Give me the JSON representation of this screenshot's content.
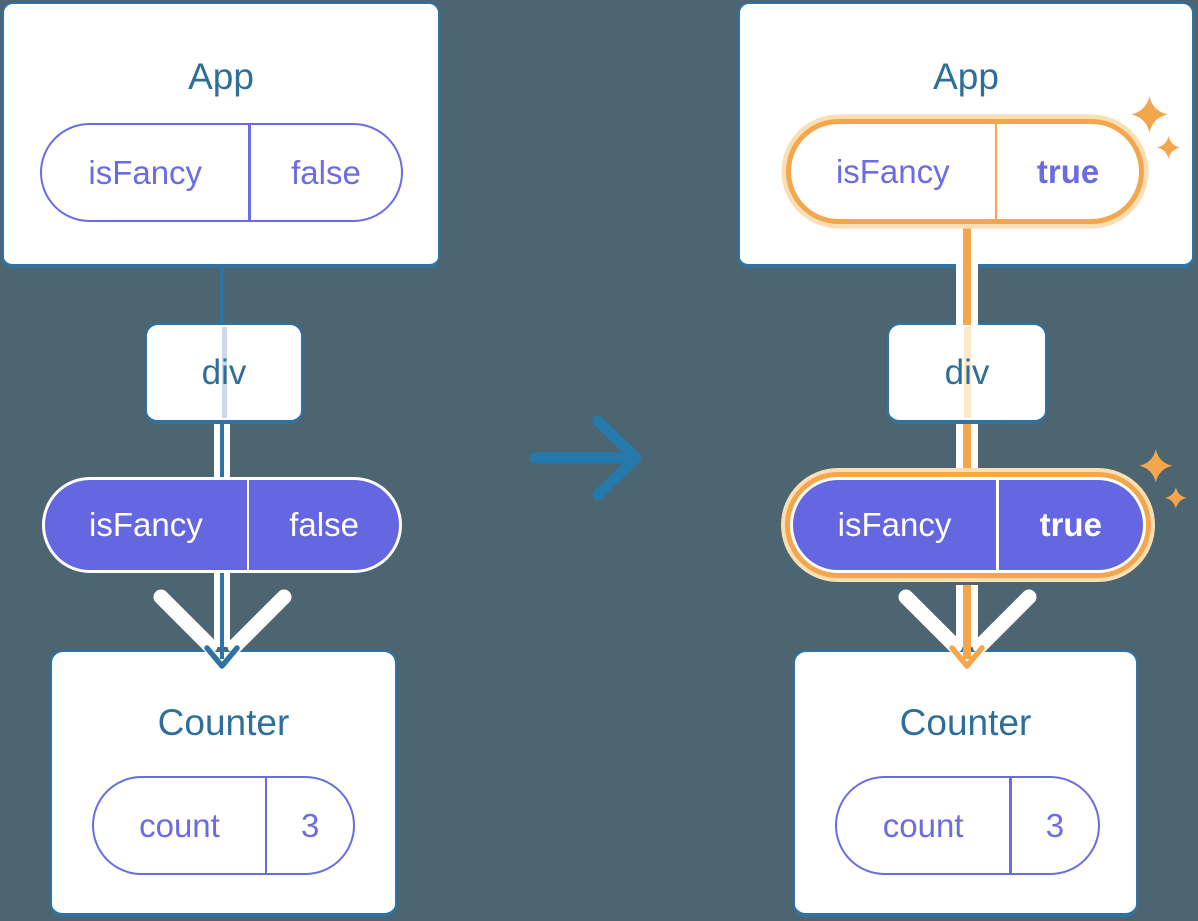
{
  "colors": {
    "background": "#4c6571",
    "border": "#2e73a3",
    "title": "#2e6e9b",
    "arrow": "#2579ab",
    "purple": "#6c6ce2",
    "purpleFill": "#6567e0",
    "orange": "#f3a64c",
    "orangeGlow": "#fadfb5",
    "faintBlue": "#ccd9ed",
    "faintOrange": "#fde8c8",
    "white": "#ffffff"
  },
  "left_tree": {
    "app_title": "App",
    "app_prop": {
      "name": "isFancy",
      "value": "false"
    },
    "div_label": "div",
    "flow_prop": {
      "name": "isFancy",
      "value": "false"
    },
    "counter_title": "Counter",
    "counter_state": {
      "name": "count",
      "value": "3"
    }
  },
  "right_tree": {
    "app_title": "App",
    "app_prop": {
      "name": "isFancy",
      "value": "true"
    },
    "div_label": "div",
    "flow_prop": {
      "name": "isFancy",
      "value": "true"
    },
    "counter_title": "Counter",
    "counter_state": {
      "name": "count",
      "value": "3"
    }
  },
  "icons": {
    "transition_arrow": "right-arrow-icon",
    "sparkles": "sparkles-icon",
    "white_chevron": "chevron-down-icon",
    "flow_arrowhead": "arrow-down-icon"
  }
}
